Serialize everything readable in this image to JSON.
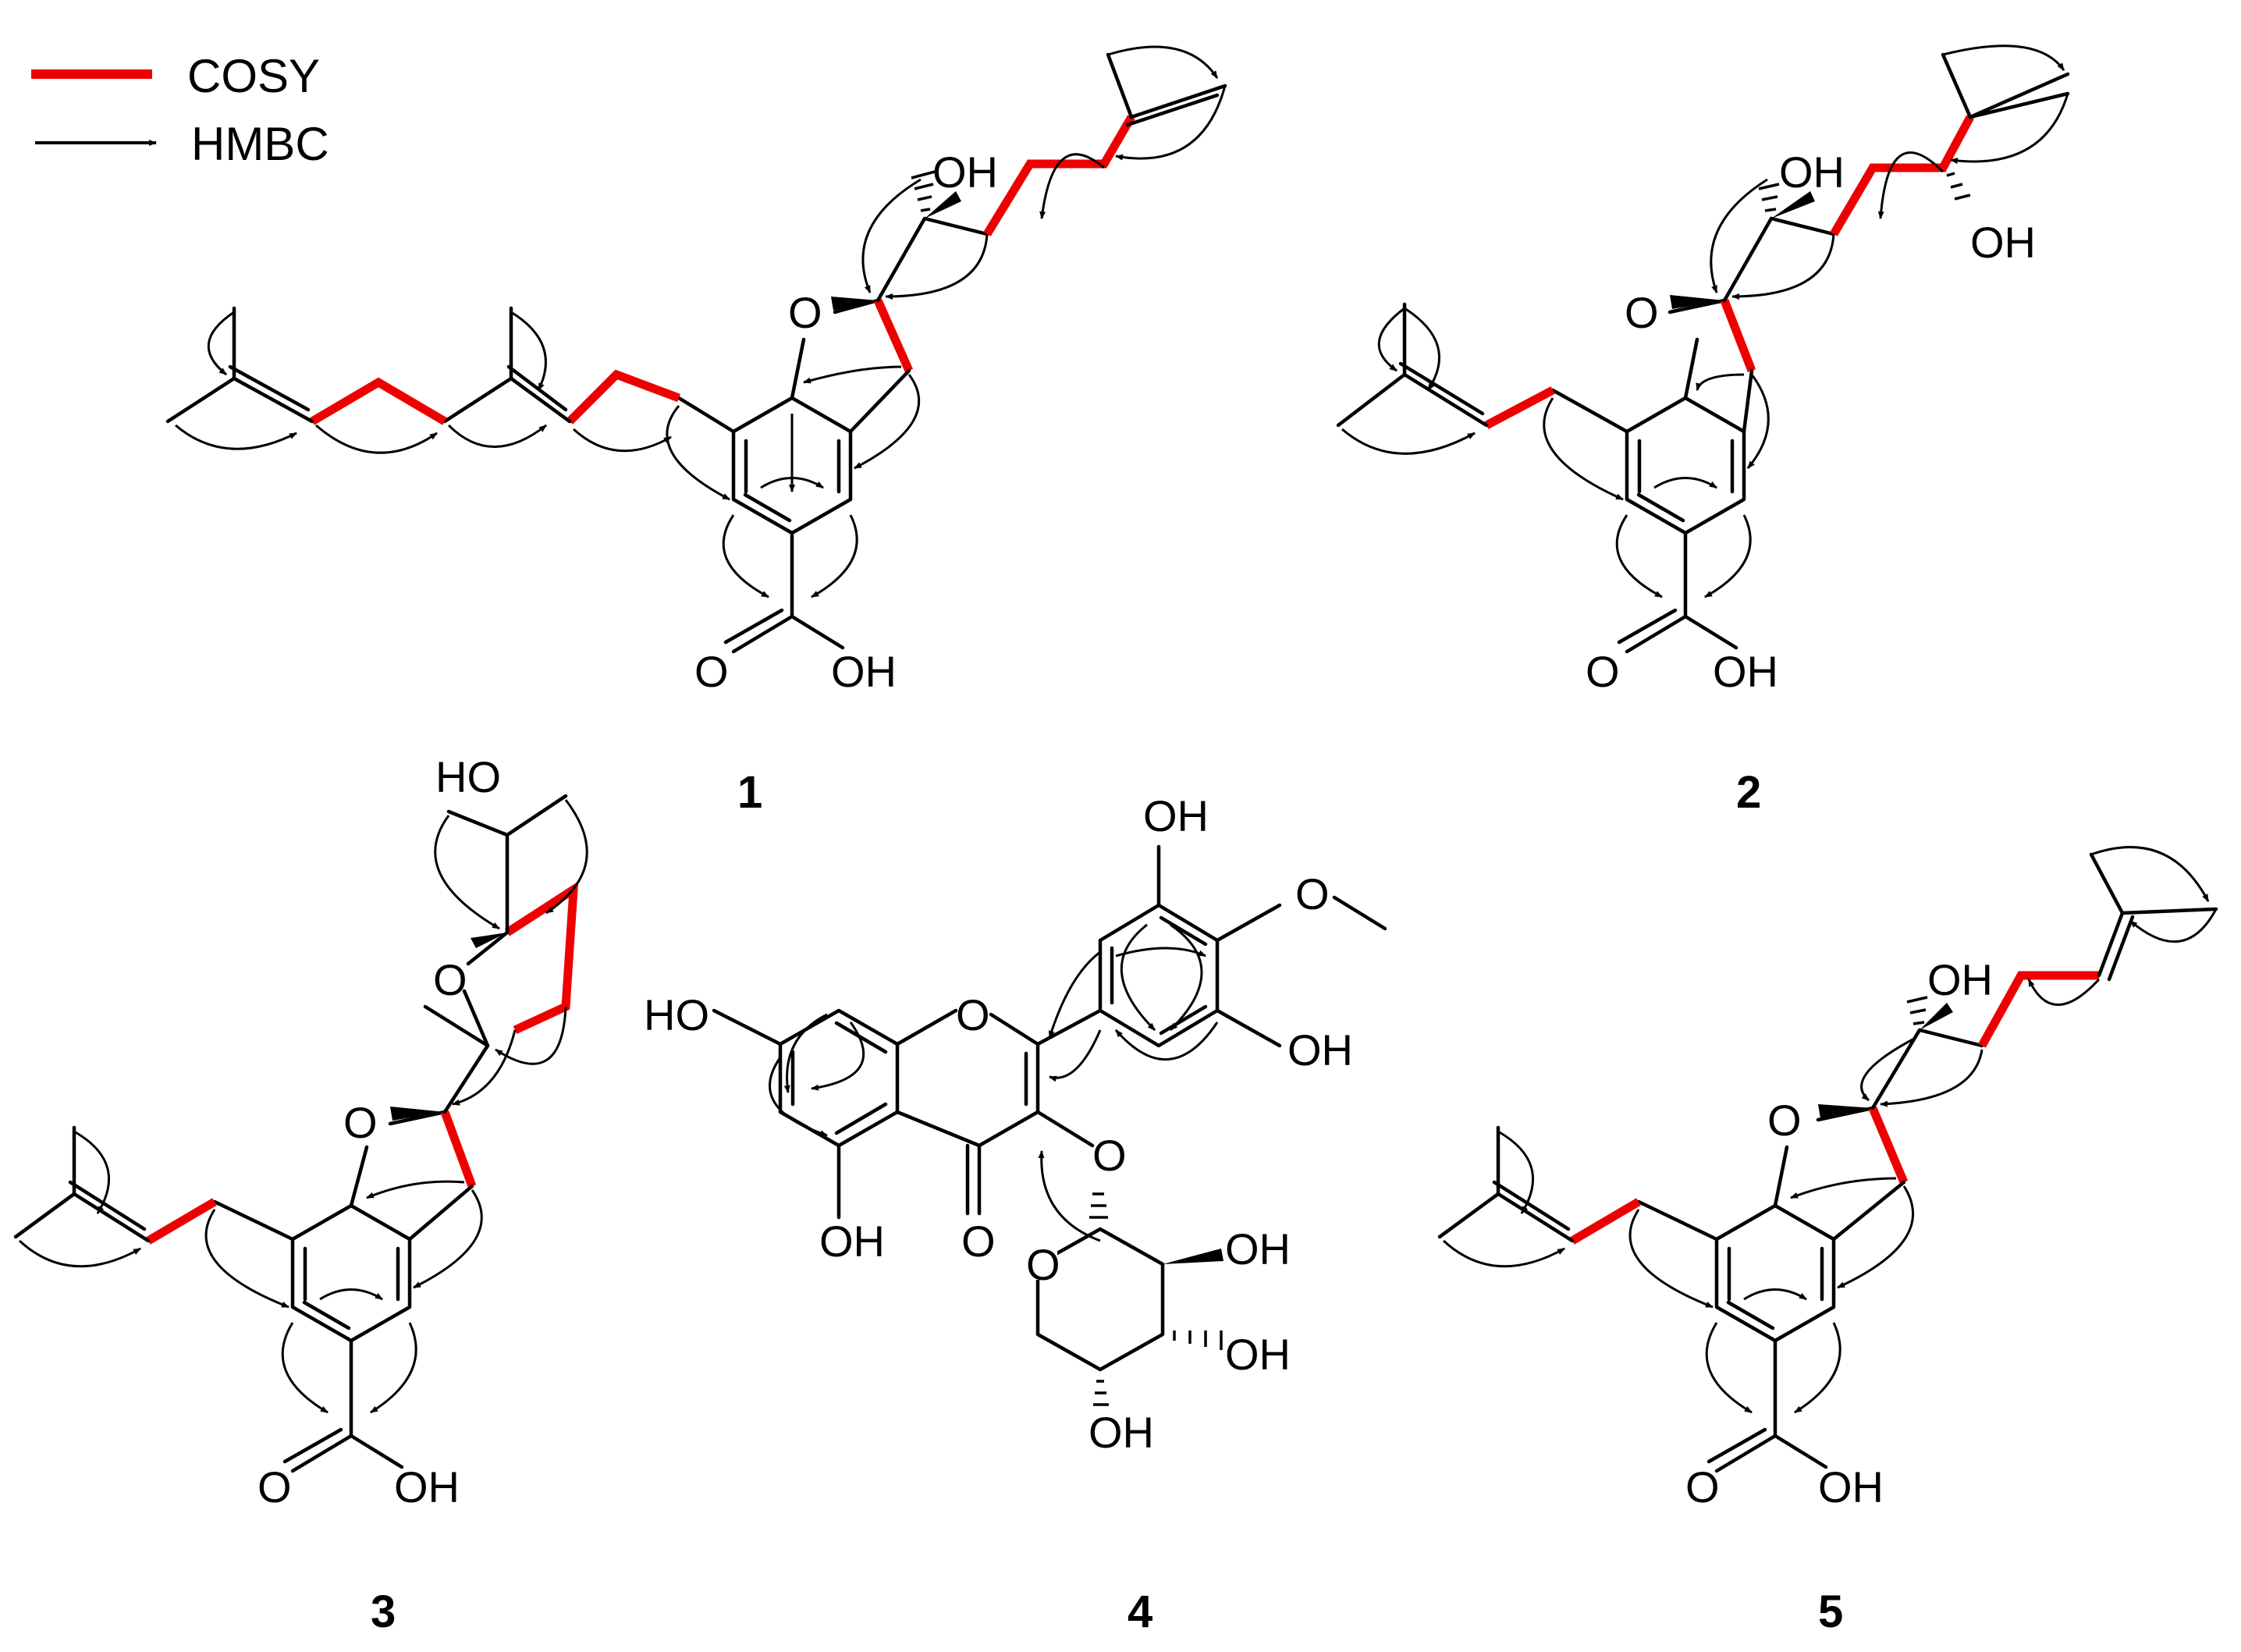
{
  "legend": {
    "cosy_label": "COSY",
    "hmbc_label": "HMBC",
    "cosy_color": "#ee0000",
    "hmbc_color": "#000000"
  },
  "compounds": [
    {
      "id": "1",
      "label": "1",
      "atoms": {
        "o_ring": "O",
        "oh_side": "OH",
        "acid_o": "O",
        "acid_oh": "OH"
      }
    },
    {
      "id": "2",
      "label": "2",
      "atoms": {
        "o_ring": "O",
        "oh_side": "OH",
        "oh_side2": "OH",
        "acid_o": "O",
        "acid_oh": "OH"
      }
    },
    {
      "id": "3",
      "label": "3",
      "atoms": {
        "ho_top": "HO",
        "o_thf": "O",
        "o_ring": "O",
        "acid_o": "O",
        "acid_oh": "OH"
      }
    },
    {
      "id": "4",
      "label": "4",
      "atoms": {
        "ho_a7": "HO",
        "o_pyr": "O",
        "oh_a5": "OH",
        "o_keto": "O",
        "o_gly": "O",
        "oh_b3": "OH",
        "o_meo": "O",
        "oh_b5": "OH",
        "o_sugar": "O",
        "oh_s2": "OH",
        "oh_s3": "OH",
        "oh_s4": "OH"
      }
    },
    {
      "id": "5",
      "label": "5",
      "atoms": {
        "o_ring": "O",
        "oh_side": "OH",
        "acid_o": "O",
        "acid_oh": "OH"
      }
    }
  ]
}
